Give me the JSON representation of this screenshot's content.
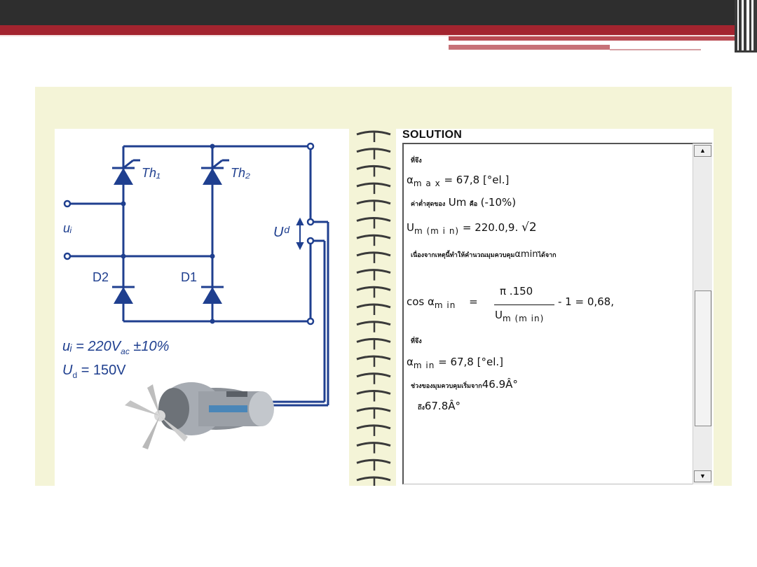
{
  "circuit": {
    "th1": "Th₁",
    "th2": "Th₂",
    "ui": "uᵢ",
    "ud": "Uᵈ",
    "d1": "D1",
    "d2": "D2"
  },
  "spec": {
    "ui_label": "uᵢ",
    "ui_value": " = 220V",
    "ui_sub": "ac",
    "ui_tol": " ±10%",
    "ud_label": "U",
    "ud_sub": "d",
    "ud_value": " = 150V"
  },
  "solution": {
    "title": "SOLUTION",
    "line1_thai": "ที่จึง",
    "alpha_max_sym": "α",
    "alpha_max_sub": "m a x",
    "alpha_max_val": "  = 67,8 [°el.]",
    "line3_thai": "ค่าต่ำสุดของ",
    "line3_um": "Um",
    "line3_thai2": "คือ",
    "line3_pct": "(-10%)",
    "um_sym": "U",
    "um_sub": "m (m i n)",
    "um_val": "  = 220.0,9.",
    "sqrt_sym": "√2",
    "line5_thai": "เนื่องจากเหตุนี้ทำให้คำนวณมุมควบคุม",
    "line5_amin": "αmin",
    "line5_thai2": "ได้จาก",
    "cos_label": "cos α",
    "cos_sub": "m in",
    "cos_eq": "=",
    "frac_num": "π .150",
    "frac_den": "U",
    "frac_den_sub": "m (m in)",
    "cos_tail": "- 1  = 0,68,",
    "line7_thai": "ที่จึง",
    "alpha_min_sym": "α",
    "alpha_min_sub": "m in",
    "alpha_min_val": "  = 67,8 [°el.]",
    "line9_thai": "ช่วงของมุมควบคุมเริ่มจาก",
    "line9_val": "46.9Â°",
    "line10_thai": "ถึง",
    "line10_val": "67.8Â°"
  },
  "scroll": {
    "up": "▲",
    "down": "▼"
  }
}
